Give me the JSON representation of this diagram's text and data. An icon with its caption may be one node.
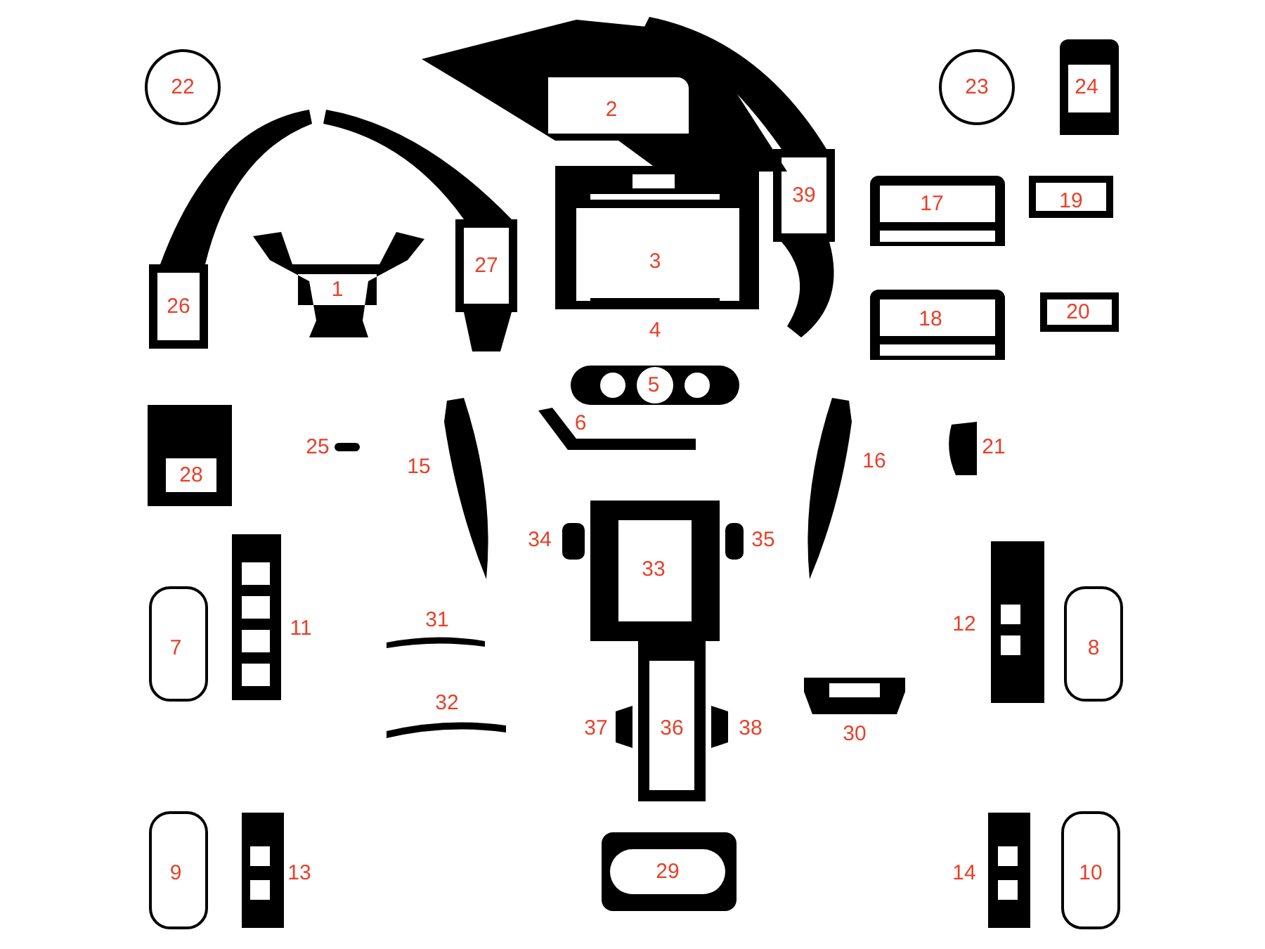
{
  "diagram": {
    "labels": [
      "22",
      "2",
      "23",
      "24",
      "39",
      "17",
      "19",
      "27",
      "3",
      "1",
      "26",
      "18",
      "20",
      "4",
      "5",
      "6",
      "25",
      "15",
      "28",
      "21",
      "16",
      "34",
      "35",
      "33",
      "31",
      "11",
      "12",
      "7",
      "8",
      "32",
      "37",
      "36",
      "38",
      "30",
      "9",
      "13",
      "29",
      "14",
      "10"
    ]
  }
}
